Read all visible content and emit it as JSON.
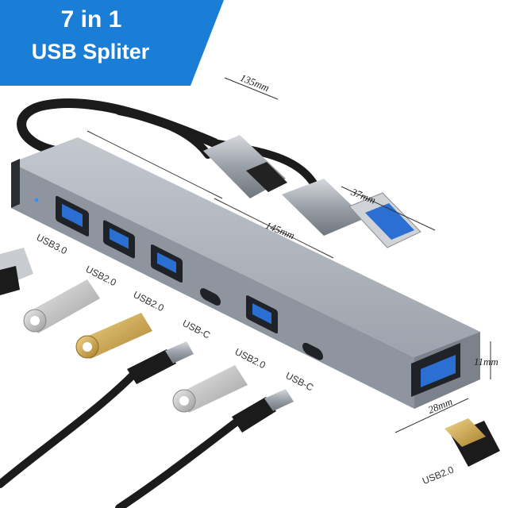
{
  "banner": {
    "line1": "7 in 1",
    "line2": "USB Spliter",
    "color": "#1a7ed6"
  },
  "dimensions": {
    "cable_length": "135mm",
    "hub_length": "145mm",
    "connector_length": "37mm",
    "height": "11mm",
    "width": "28mm"
  },
  "port_labels": [
    "USB3.0",
    "USB2.0",
    "USB2.0",
    "USB-C",
    "USB2.0",
    "USB-C",
    "USB2.0"
  ],
  "colors": {
    "hub_body": "#a7adb6",
    "usb3_port": "#2a6fd1",
    "cable": "#1b1b1b",
    "gold": "#c9a24a",
    "silver": "#b9b9b9"
  }
}
